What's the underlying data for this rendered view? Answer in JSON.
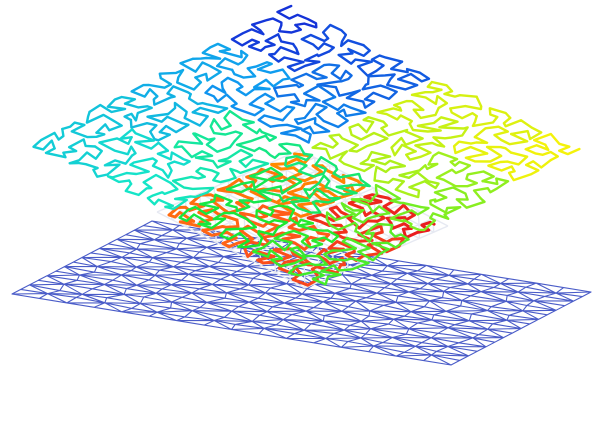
{
  "figure": {
    "kind": "isometric-layers",
    "background": "#ffffff",
    "layers": [
      {
        "id": "mesh",
        "kind": "triangulated-grid",
        "color": "#4a5cc8",
        "cells": 16
      },
      {
        "id": "curve-lower",
        "kind": "space-filling-curve",
        "palette": [
          "#ff8a00",
          "#ff5a1a",
          "#e8191f"
        ],
        "underlay_color": "#e6e9f2"
      },
      {
        "id": "curve-upper",
        "kind": "space-filling-curve",
        "palette": [
          "#1432d8",
          "#0f9bf0",
          "#15e6c8",
          "#16e830",
          "#a8f01c",
          "#f7f20a"
        ]
      }
    ]
  }
}
